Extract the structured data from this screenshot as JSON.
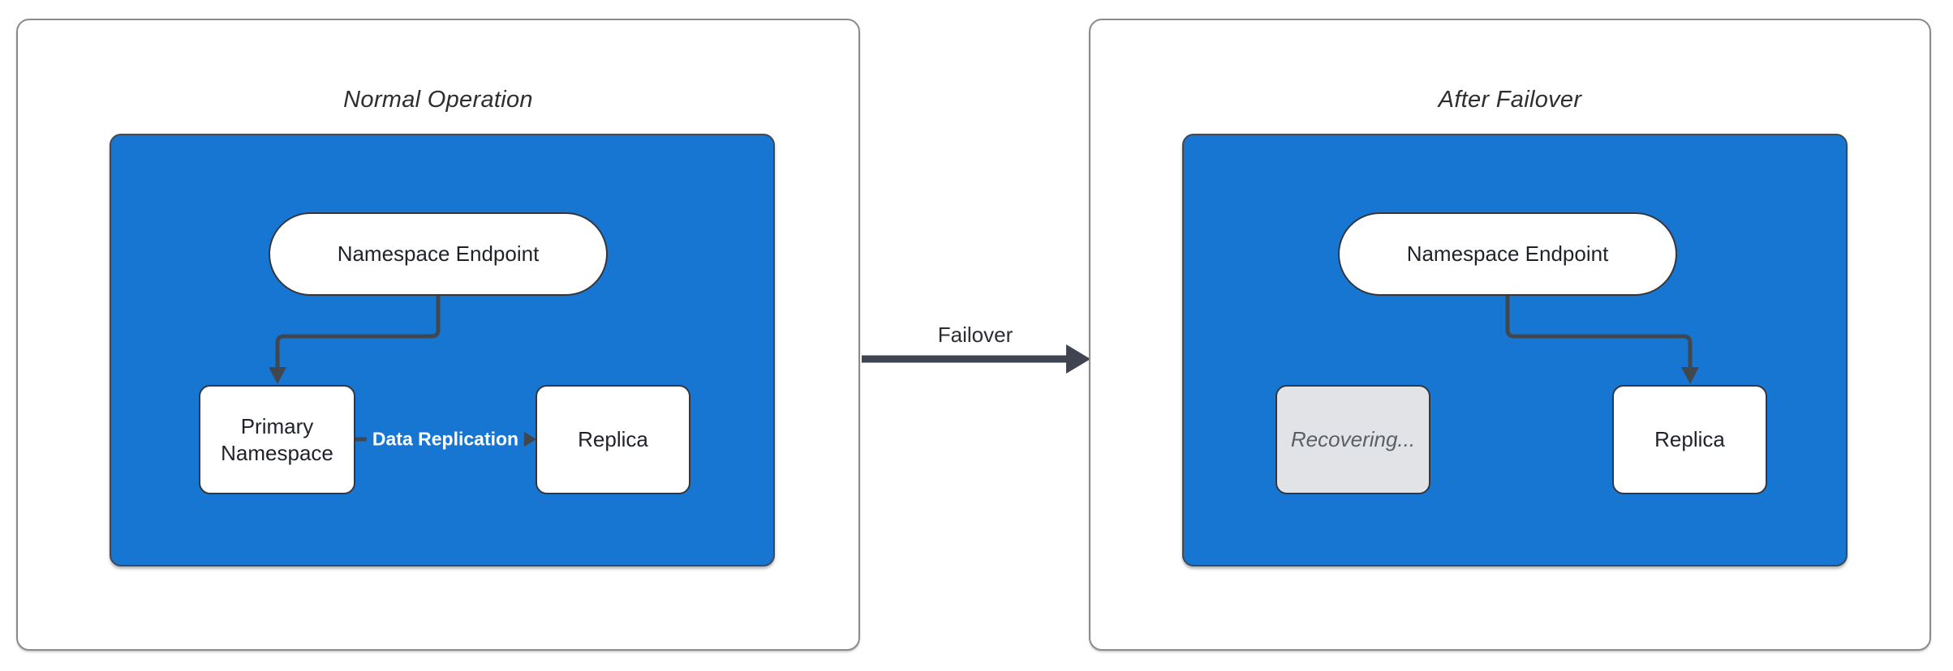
{
  "left_panel": {
    "title": "Normal Operation",
    "endpoint_label": "Namespace Endpoint",
    "primary_label": "Primary Namespace",
    "replica_label": "Replica",
    "replication_edge_label": "Data Replication"
  },
  "transition": {
    "label": "Failover"
  },
  "right_panel": {
    "title": "After Failover",
    "endpoint_label": "Namespace Endpoint",
    "recovering_label": "Recovering...",
    "replica_label": "Replica"
  },
  "colors": {
    "cluster_fill": "#1776D2",
    "connector": "#40474F",
    "transition_arrow": "#3E4550",
    "node_border": "#33373D",
    "node_fill": "#FFFFFF",
    "disabled_node_fill": "#E2E3E6",
    "disabled_node_text": "#5A5F66",
    "panel_border": "#8B8B8B",
    "title_text": "#2E2E2E",
    "node_text": "#1F2329",
    "edge_label_text": "#FFFFFF"
  }
}
